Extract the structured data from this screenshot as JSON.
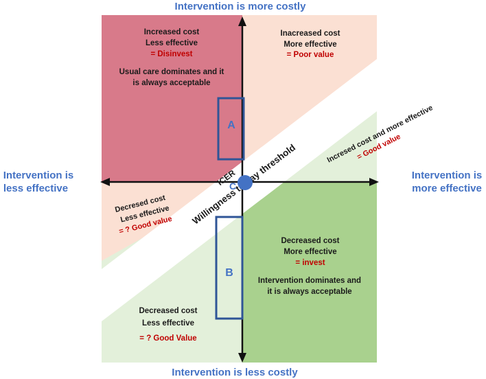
{
  "axes": {
    "top": "Intervention is more costly",
    "bottom": "Intervention is less costly",
    "left": [
      "Intervention is",
      "less effective"
    ],
    "right": [
      "Intervention is",
      "more effective"
    ]
  },
  "quadrants": {
    "top_left": {
      "line1": "Increased cost",
      "line2": "Less effective",
      "verdict": "= Disinvest",
      "note1": "Usual care dominates and it",
      "note2": "is always acceptable",
      "color": "#d87a8a"
    },
    "top_right": {
      "line1": "Inacreased cost",
      "line2": "More effective",
      "verdict": "= Poor value",
      "color": "#fbe0d3"
    },
    "bottom_left": {
      "line1": "Decreased cost",
      "line2": "Less effective",
      "verdict": "= ? Good Value",
      "color": "#e3f0da"
    },
    "bottom_right": {
      "line1": "Decreased cost",
      "line2": "More effective",
      "verdict": "= invest",
      "note1": "Intervention dominates and",
      "note2": "it is always acceptable",
      "color": "#a9d18e"
    }
  },
  "diagonal_notes": {
    "left_band": {
      "line1": "Decresed cost",
      "line2": "Less effective",
      "verdict": "= ? Good value"
    },
    "right_band": {
      "line1": "Incresed cost and more effective",
      "verdict": "= Good value"
    }
  },
  "threshold_label": "Willingness to pay threshold",
  "icer_label": "ICER",
  "points": {
    "a": "A",
    "b": "B",
    "c": "C"
  },
  "colors": {
    "accent_blue": "#4472c4",
    "box_stroke": "#2f5597",
    "verdict_red": "#c00000",
    "axis": "#111111"
  }
}
